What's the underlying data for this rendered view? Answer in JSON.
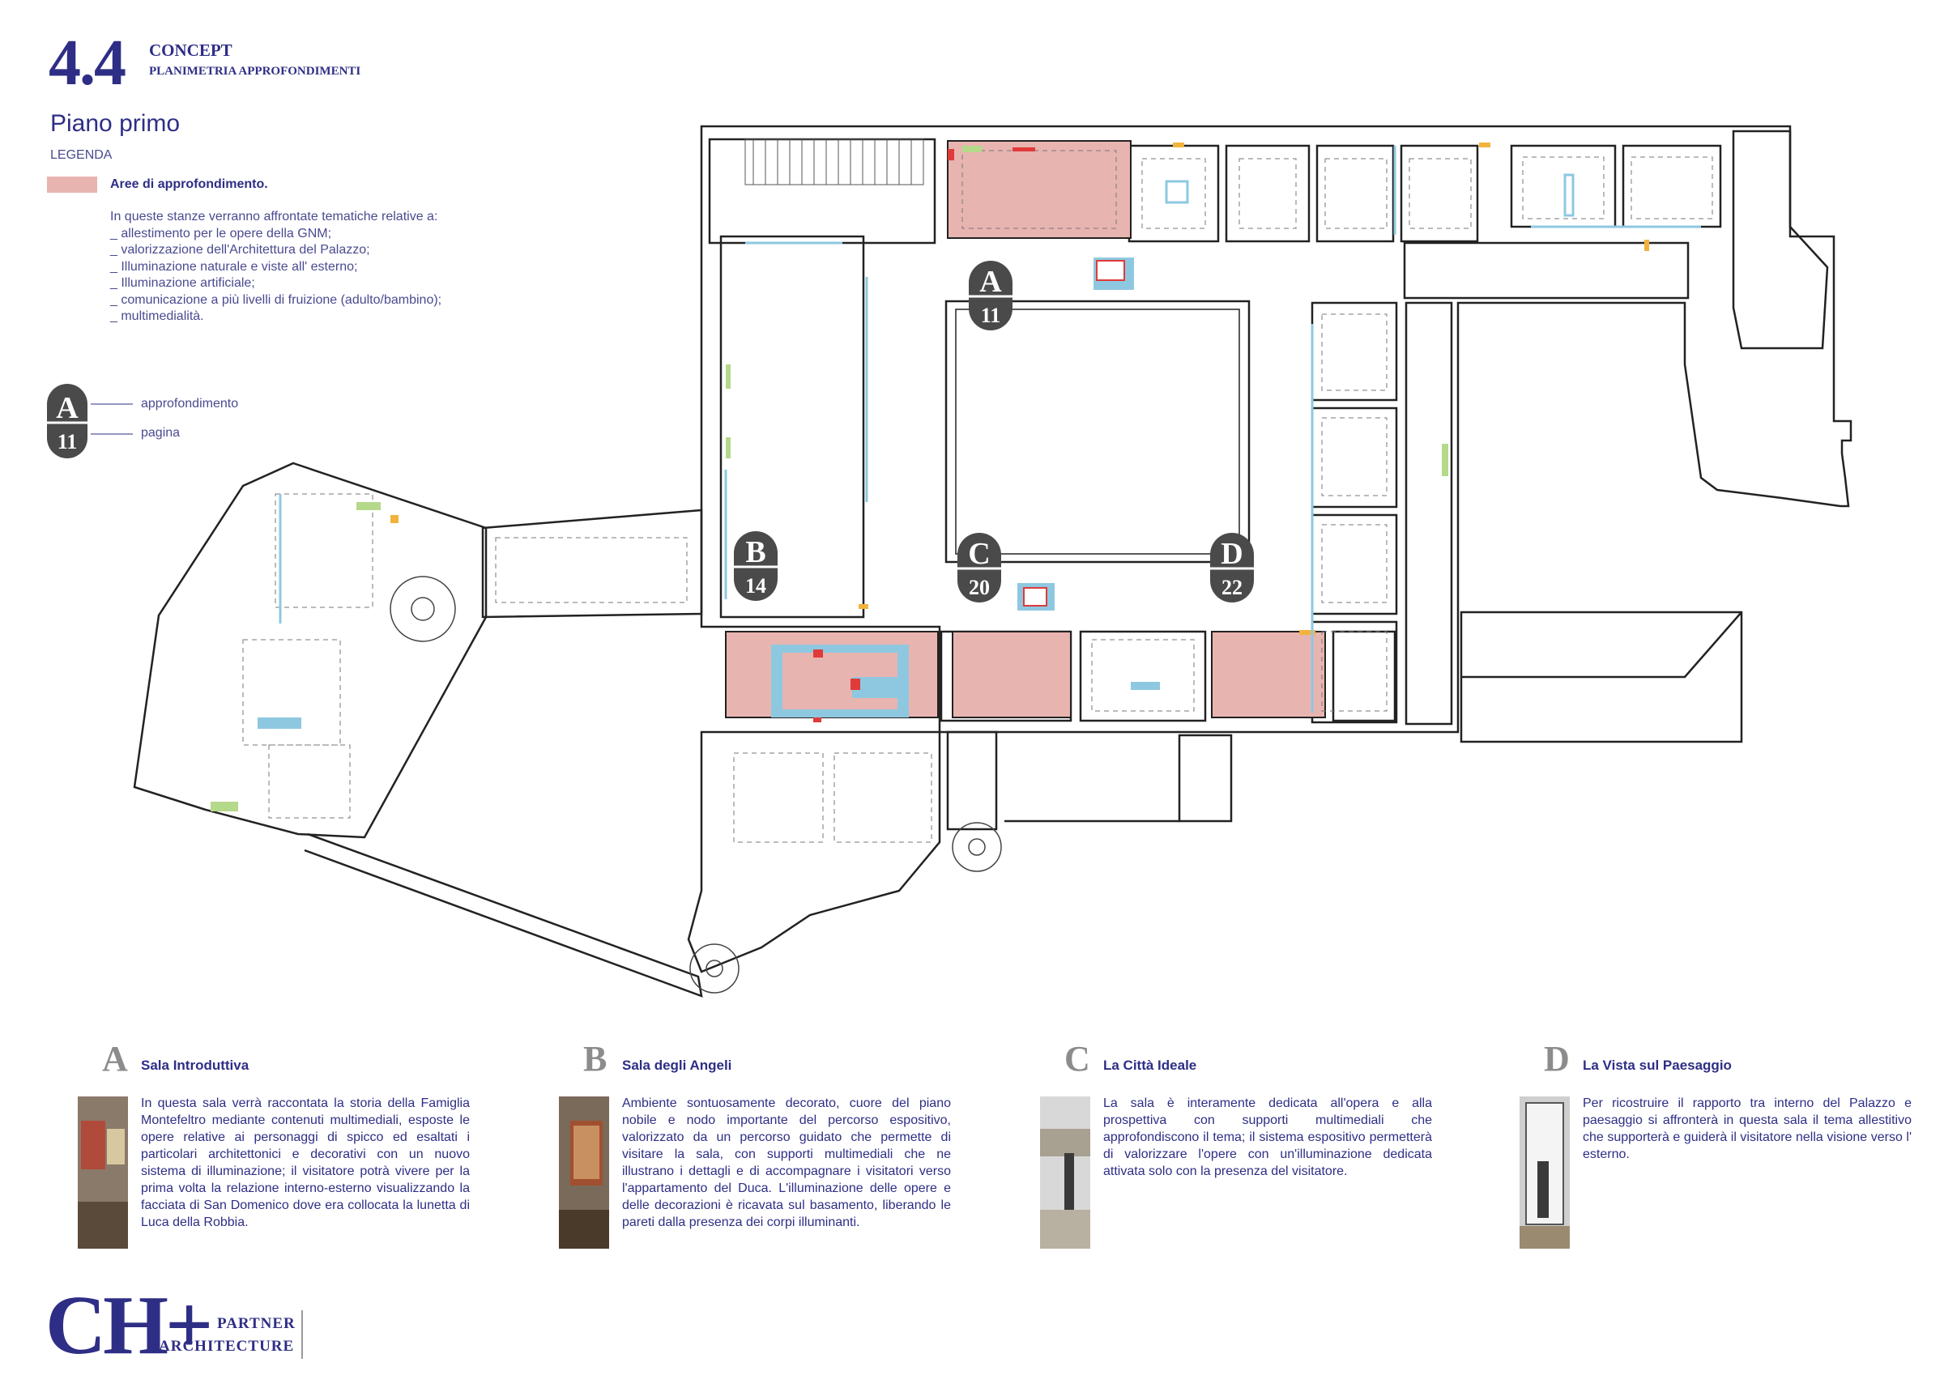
{
  "header": {
    "section_number": "4.4",
    "section_title": "CONCEPT",
    "section_subtitle": "PLANIMETRIA APPROFONDIMENTI"
  },
  "floor_title": "Piano primo",
  "legend": {
    "heading": "LEGENDA",
    "swatch_label": "Aree di approfondimento.",
    "swatch_color": "#e8b4b0",
    "intro": "In queste stanze verranno affrontate tematiche relative a:",
    "items": [
      "_ allestimento per le opere della GNM;",
      "_ valorizzazione dell'Architettura del Palazzo;",
      "_ Illuminazione naturale e viste all' esterno;",
      "_ Illuminazione artificiale;",
      "_ comunicazione a più livelli di fruizione (adulto/bambino);",
      "_ multimedialità."
    ],
    "key": {
      "letter": "A",
      "number": "11",
      "letter_label": "approfondimento",
      "number_label": "pagina"
    }
  },
  "plan_badges": [
    {
      "letter": "A",
      "page": "11"
    },
    {
      "letter": "B",
      "page": "14"
    },
    {
      "letter": "C",
      "page": "20"
    },
    {
      "letter": "D",
      "page": "22"
    }
  ],
  "colors": {
    "accent": "#2e2e86",
    "highlight_room": "#e8b4b0",
    "badge": "#4a4a4a",
    "display_blue": "#8ec8e0",
    "display_green": "#b5d98a",
    "display_orange": "#f2b33d",
    "display_red": "#e03a3a"
  },
  "cards": [
    {
      "letter": "A",
      "title": "Sala Introduttiva",
      "text": "In questa sala verrà raccontata la storia della Famiglia Montefeltro mediante contenuti multimediali, esposte le opere relative ai personaggi di spicco ed esaltati i particolari architettonici e decorativi con un nuovo sistema di illuminazione; il visitatore potrà vivere per la prima volta la relazione interno-esterno visualizzando la facciata di San Domenico dove era collocata la lunetta di Luca della Robbia."
    },
    {
      "letter": "B",
      "title": "Sala degli Angeli",
      "text": "Ambiente sontuosamente decorato, cuore del piano nobile e nodo importante del percorso espositivo, valorizzato da un percorso guidato che permette di visitare la sala, con supporti multimediali che ne illustrano i dettagli e di accompagnare i visitatori verso l'appartamento del Duca. L'illuminazione delle opere e delle decorazioni è ricavata sul basamento, liberando le pareti dalla presenza dei corpi illuminanti."
    },
    {
      "letter": "C",
      "title": "La Città Ideale",
      "text": "La sala è interamente dedicata all'opera e alla prospettiva con supporti multimediali che approfondiscono il tema; il sistema espositivo permetterà di valorizzare l'opere con un'illuminazione dedicata attivata solo con la presenza del visitatore."
    },
    {
      "letter": "D",
      "title": "La Vista sul Paesaggio",
      "text": "Per ricostruire il rapporto tra interno del Palazzo e paesaggio si affronterà in questa sala il tema allestitivo che supporterà e guiderà il visitatore nella visione verso l' esterno."
    }
  ],
  "logo": {
    "mark": "CH+",
    "line1": "PARTNER",
    "line2": "ARCHITECTURE"
  }
}
